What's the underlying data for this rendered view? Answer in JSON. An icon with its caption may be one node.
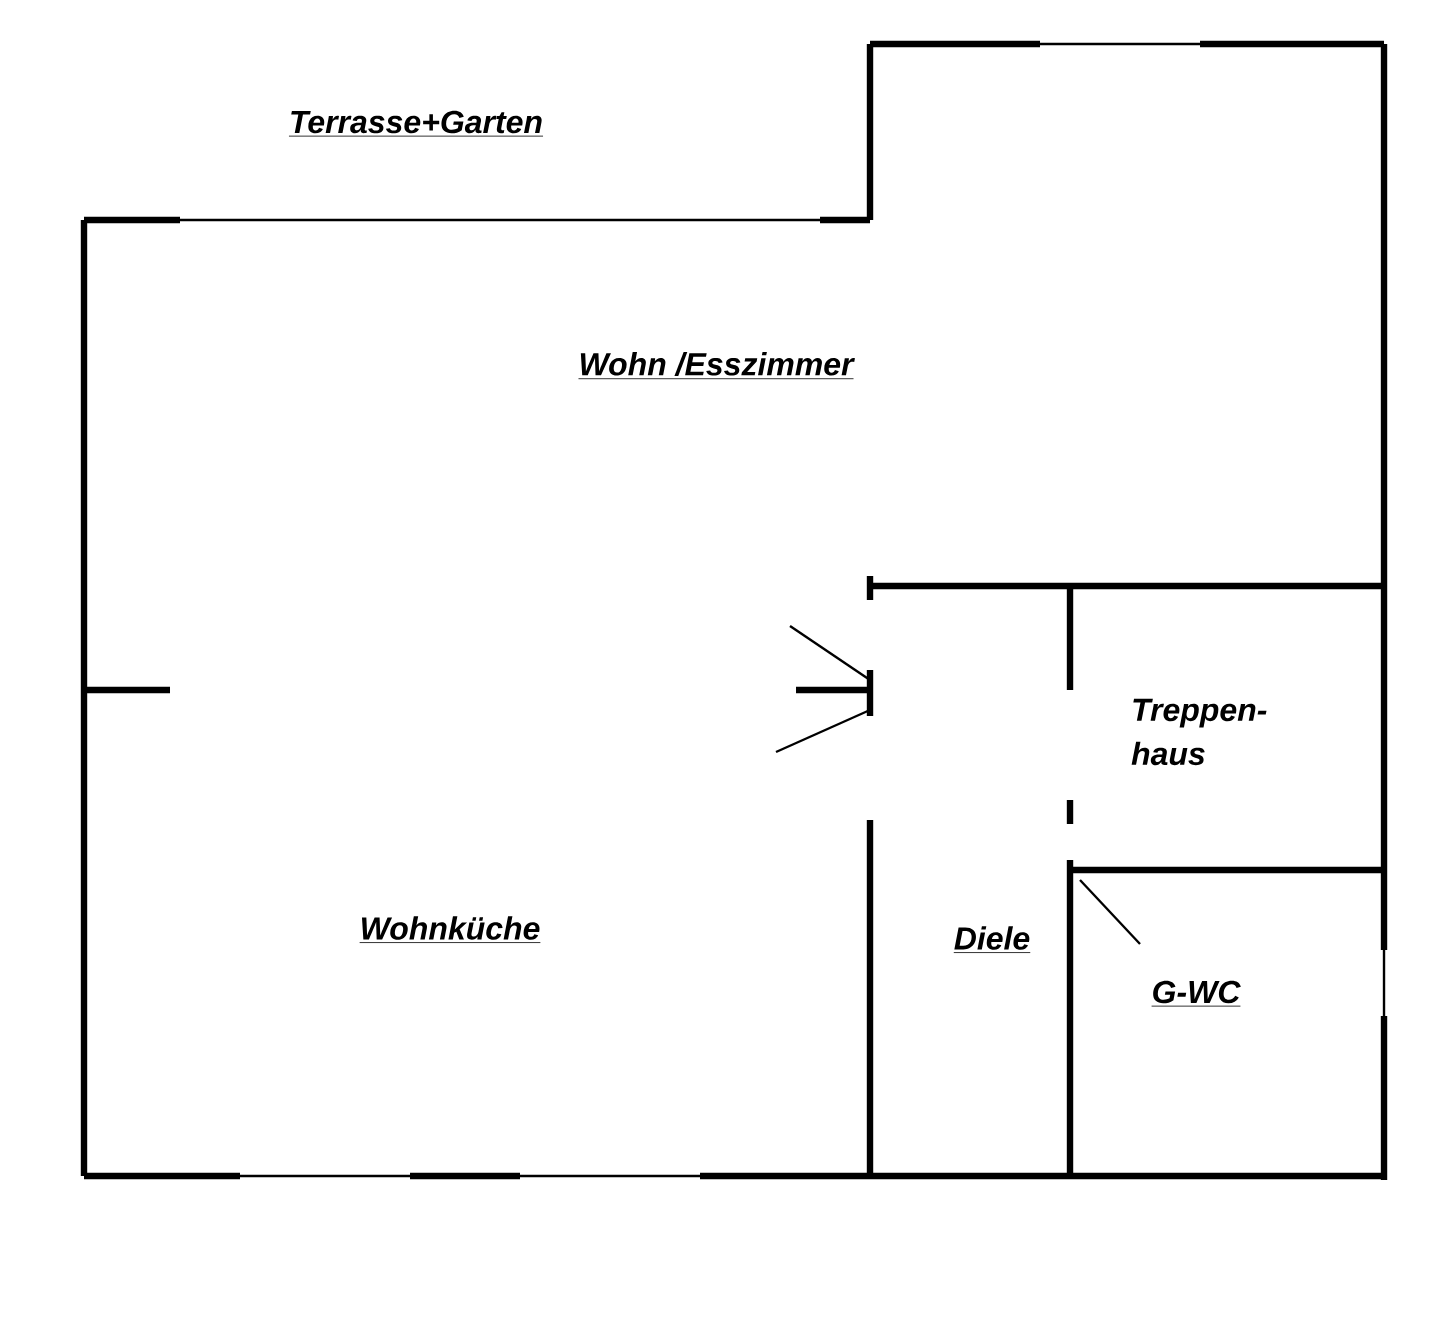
{
  "diagram": {
    "labels": [
      "Terrasse+Garten",
      "Wohn /Esszimmer",
      "Treppen- haus",
      "Wohnküche",
      "Diele",
      "G-WC"
    ]
  }
}
